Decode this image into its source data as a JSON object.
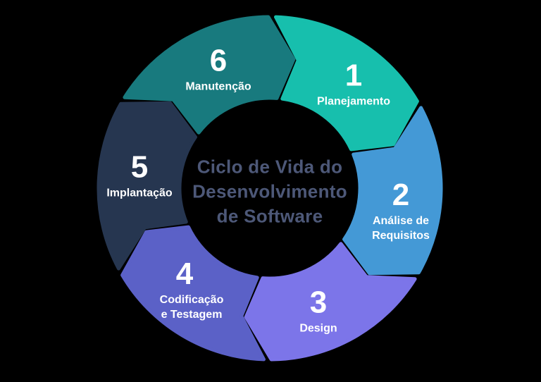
{
  "background": "#000000",
  "title": {
    "lines": [
      "Ciclo de Vida do",
      "Desenvolvimento",
      "de Software"
    ],
    "color": "#4d5878"
  },
  "label_text_color": "#ffffff",
  "segments": [
    {
      "number": "1",
      "label_lines": [
        "Planejamento"
      ],
      "color": "#17bfad"
    },
    {
      "number": "2",
      "label_lines": [
        "Análise de",
        "Requisitos"
      ],
      "color": "#4499d6"
    },
    {
      "number": "3",
      "label_lines": [
        "Design"
      ],
      "color": "#7c75e9"
    },
    {
      "number": "4",
      "label_lines": [
        "Codificação",
        "e Testagem"
      ],
      "color": "#5b61c7"
    },
    {
      "number": "5",
      "label_lines": [
        "Implantação"
      ],
      "color": "#263650"
    },
    {
      "number": "6",
      "label_lines": [
        "Manutenção"
      ],
      "color": "#187a7e"
    }
  ]
}
